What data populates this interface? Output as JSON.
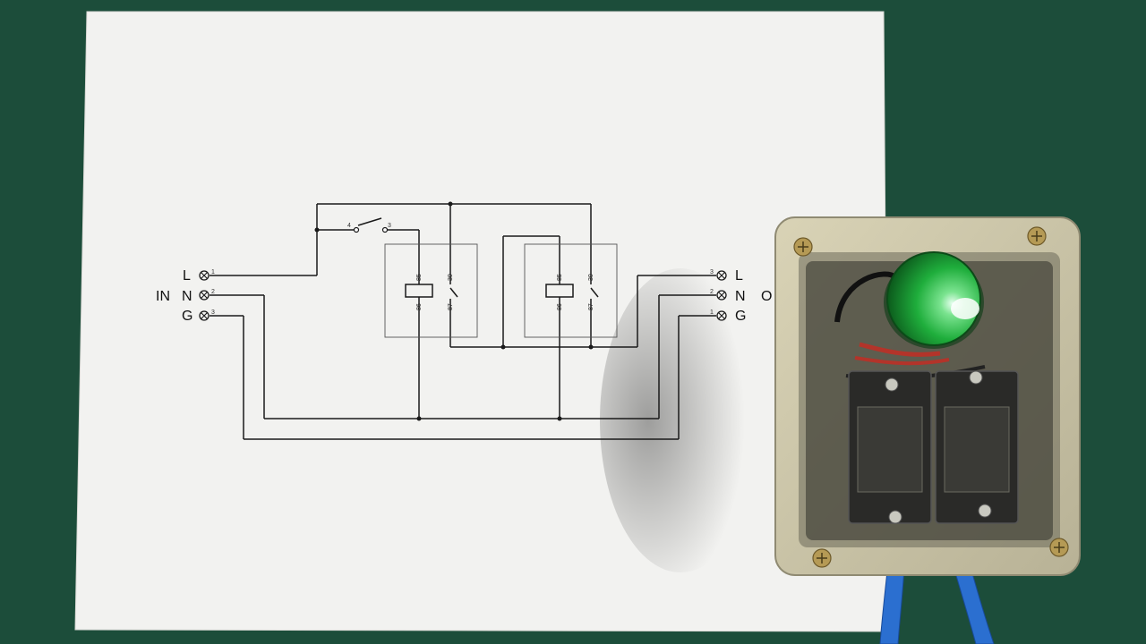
{
  "input_block": {
    "label": "IN",
    "terminals": [
      {
        "name": "L",
        "pin": "1"
      },
      {
        "name": "N",
        "pin": "2"
      },
      {
        "name": "G",
        "pin": "3"
      }
    ]
  },
  "output_block": {
    "label": "O",
    "terminals": [
      {
        "name": "L",
        "pin": "3"
      },
      {
        "name": "N",
        "pin": "2"
      },
      {
        "name": "G",
        "pin": "1"
      }
    ]
  },
  "switch": {
    "pin_left": "4",
    "pin_right": "3"
  },
  "relays": [
    {
      "coil_top": "85",
      "coil_bottom": "86",
      "contact_top": "30",
      "contact_bottom": "87"
    },
    {
      "coil_top": "85",
      "coil_bottom": "86",
      "contact_top": "30",
      "contact_bottom": "87"
    }
  ],
  "colors": {
    "background": "#1c4d3a",
    "paper": "#f4f4f2",
    "wire": "#1a1a1a",
    "button": "#1fae3c",
    "cable": "#2b6fd0"
  },
  "icons": [
    "terminal-icon",
    "push-button-icon",
    "relay-module-icon"
  ]
}
